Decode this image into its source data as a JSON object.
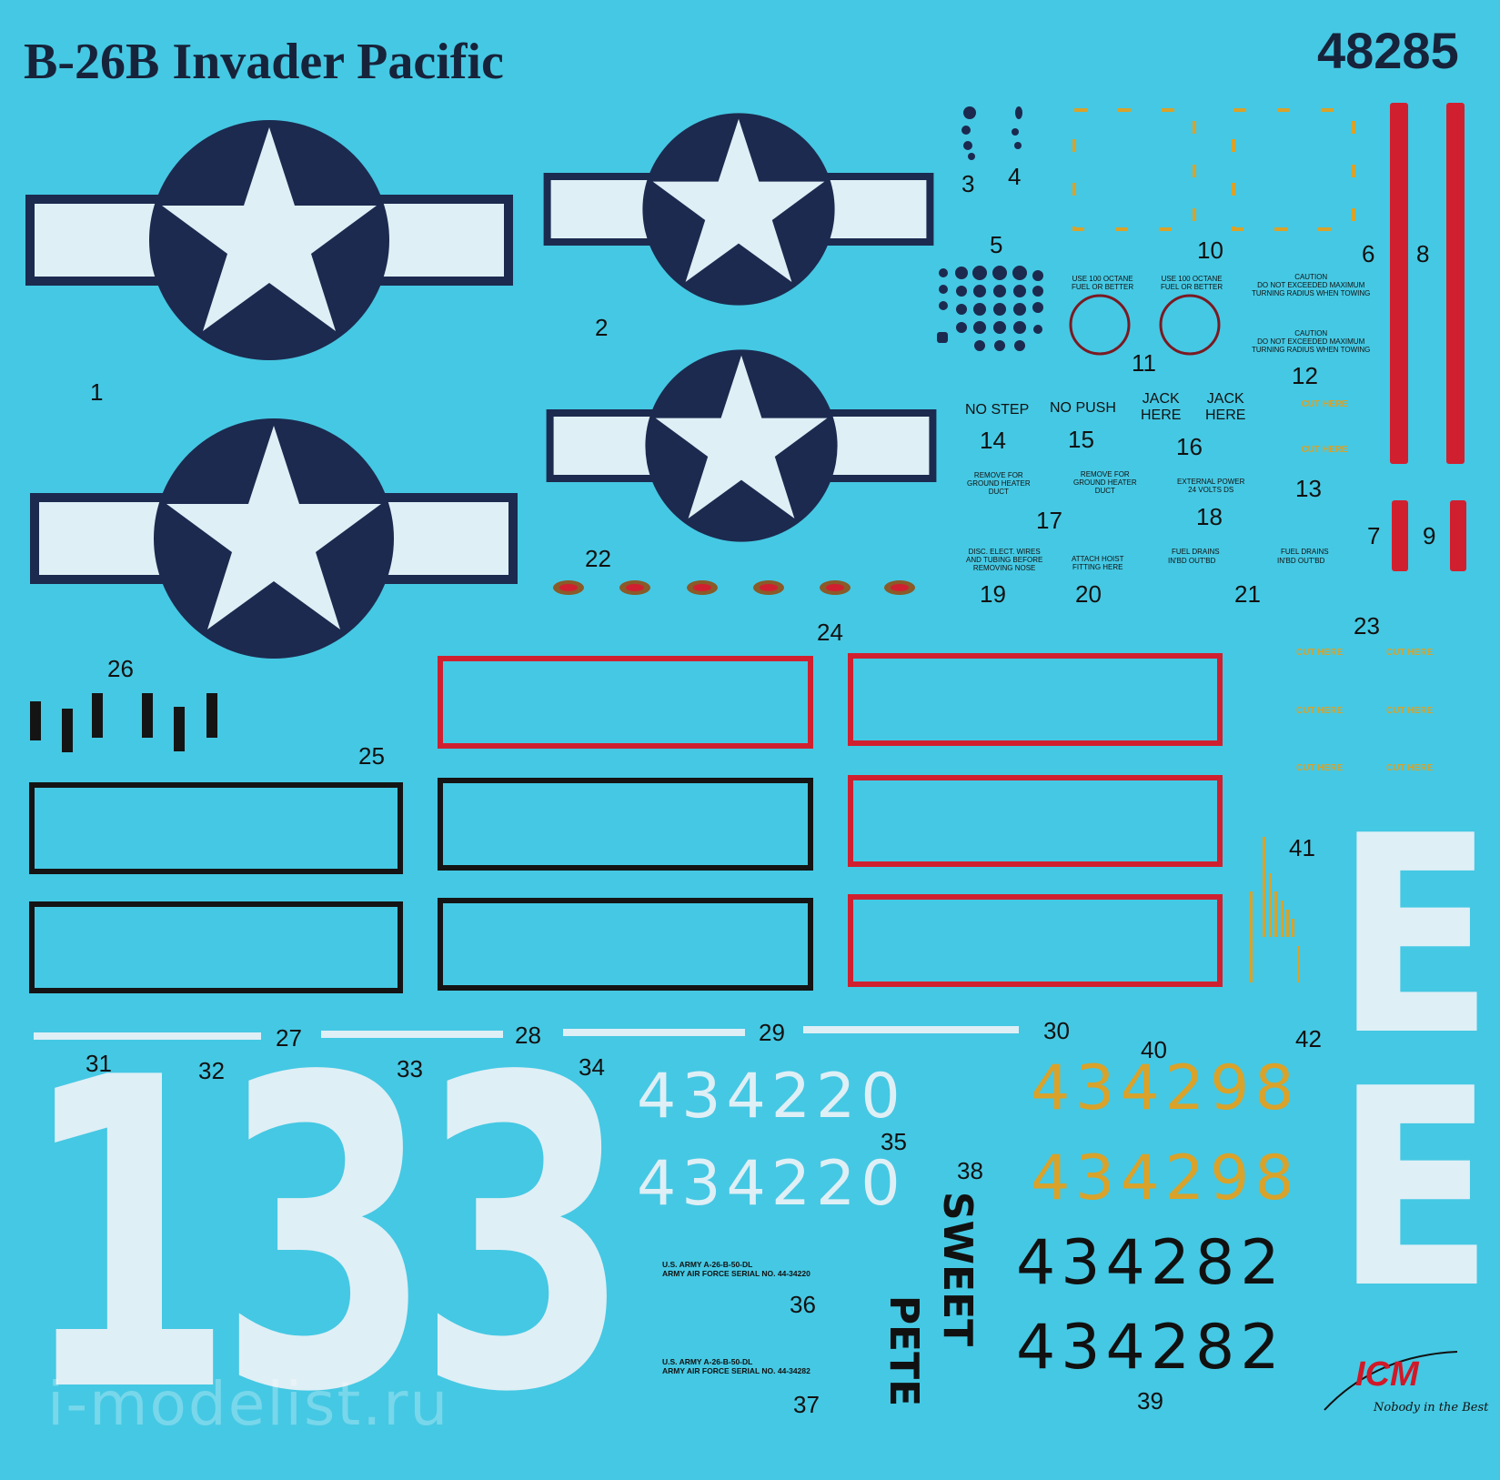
{
  "sheet": {
    "title": "B-26B Invader Pacific",
    "catalog_number": "48285",
    "background_color": "#45c8e3",
    "colors": {
      "roundel_blue": "#1c2a4f",
      "insignia_white": "#dfeff6",
      "stripe_red": "#d0202f",
      "stencil_yellow": "#d9a22a",
      "box_black": "#141414"
    }
  },
  "decal_numbers": {
    "n1": "1",
    "n2": "2",
    "n3": "3",
    "n4": "4",
    "n5": "5",
    "n6": "6",
    "n7": "7",
    "n8": "8",
    "n9": "9",
    "n10": "10",
    "n11": "11",
    "n12": "12",
    "n13": "13",
    "n14": "14",
    "n15": "15",
    "n16": "16",
    "n17": "17",
    "n18": "18",
    "n19": "19",
    "n20": "20",
    "n21": "21",
    "n22": "22",
    "n23": "23",
    "n24": "24",
    "n25": "25",
    "n26": "26",
    "n27": "27",
    "n28": "28",
    "n29": "29",
    "n30": "30",
    "n31": "31",
    "n32": "32",
    "n33": "33",
    "n34": "34",
    "n35": "35",
    "n36": "36",
    "n37": "37",
    "n38": "38",
    "n39": "39",
    "n40": "40",
    "n41": "41",
    "n42": "42"
  },
  "stencils": {
    "fuel_octane": "USE 100 OCTANE\nFUEL OR BETTER",
    "caution": "CAUTION\nDO NOT EXCEEDED MAXIMUM\nTURNING RADIUS WHEN TOWING",
    "cut_here": "CUT HERE",
    "no_step": "NO STEP",
    "no_push": "NO PUSH",
    "jack_here": "JACK\nHERE",
    "remove_heater": "REMOVE FOR\nGROUND HEATER\nDUCT",
    "external_power": "EXTERNAL POWER\n24 VOLTS DS",
    "disc_wires": "DISC. ELECT. WIRES\nAND TUBING BEFORE\nREMOVING NOSE",
    "attach_hoist": "ATTACH HOIST\nFITTING HERE",
    "fuel_drains": "FUEL DRAINS",
    "inbd_outbd": "IN'BD   OUT'BD"
  },
  "markings": {
    "tail_number": "133",
    "serial_white": "434220",
    "serial_yellow": "434298",
    "serial_black": "434282",
    "nose_art_line1": "SWEET",
    "nose_art_line2": "PETE",
    "code_letter": "E"
  },
  "data_blocks": {
    "block36": {
      "line1": "U.S. ARMY A-26-B-50-DL",
      "line2": "ARMY AIR FORCE SERIAL NO. 44-34220"
    },
    "block37": {
      "line1": "U.S. ARMY A-26-B-50-DL",
      "line2": "ARMY AIR FORCE SERIAL NO. 44-34282"
    }
  },
  "brand": {
    "logo": "ICM",
    "slogan": "Nobody in the Best",
    "watermark": "i-modelist.ru"
  }
}
